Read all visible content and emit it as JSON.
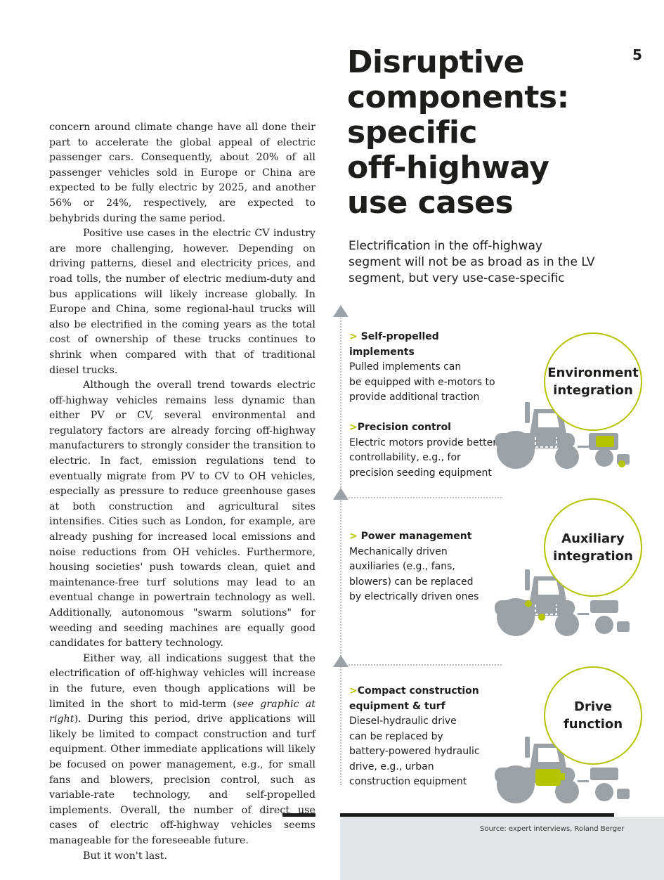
{
  "page": {
    "number": "5"
  },
  "article": {
    "paragraphs": [
      "concern around climate change have all done their part to accelerate the global appeal of electric passenger cars. Consequently, about 20% of all passenger vehicles sold in Europe or China are expected to be fully electric by 2025, and another 56% or 24%, respectively, are expected to behybrids during the same period.",
      "Positive use cases in the electric CV industry are more challenging, however. Depending on driving patterns, diesel and electricity prices, and road tolls, the number of electric medium-duty and bus applications will likely increase globally. In Europe and China, some regional-haul trucks will also be electrified in the coming years as the total cost of ownership of these trucks continues to shrink when compared with that of traditional diesel trucks.",
      "Although the overall trend towards electric off-highway vehicles remains less dynamic than either PV or CV, several environmental and regulatory factors are already forcing off-highway manufacturers to strongly consider the transition to electric. In fact, emission regulations tend to eventually migrate from PV to CV to OH vehicles, especially as pressure to reduce greenhouse gases at both construction and agricultural sites intensifies. Cities such as London, for example, are already pushing for increased local emissions and noise reductions from OH vehicles. Furthermore, housing societies' push towards clean, quiet and maintenance-free turf solutions may lead to an eventual change in powertrain technology as well. Additionally, autonomous \"swarm solutions\" for weeding and seeding machines are equally good candidates for battery technology."
    ],
    "p4_before": "Either way, all indications suggest that the electrification of off-highway vehicles will increase in the future, even though applications will be limited in the short to mid-term (",
    "p4_italic": "see graphic at right",
    "p4_after": "). During this period, drive applications will likely be limited to compact construction and turf equipment. Other immediate applications will likely be focused on power management, e.g., for small fans and blowers, precision control, such as variable-rate technology, and self-propelled implements. Overall, the number of direct use cases of electric off-highway vehicles seems manageable for the foreseeable future.",
    "closing": "But it won't last."
  },
  "graphic": {
    "title": "Disruptive\ncomponents:\nspecific\noff-highway\nuse cases",
    "subtitle": "Electrification in the off-highway\nsegment will not be as broad as in the LV\nsegment, but very use-case-specific",
    "bullet_marker": ">",
    "levels": [
      {
        "label": "Environment\nintegration",
        "items": [
          {
            "title": "Self-propelled implements",
            "desc": "Pulled implements can\nbe equipped with e-motors to\nprovide additional traction"
          },
          {
            "title": "Precision control",
            "desc": "Electric motors provide better\ncontrollability, e.g., for\nprecision seeding equipment"
          }
        ]
      },
      {
        "label": "Auxiliary\nintegration",
        "items": [
          {
            "title": "Power management",
            "desc": "Mechanically driven\nauxiliaries (e.g., fans,\nblowers) can be replaced\nby electrically driven ones"
          }
        ]
      },
      {
        "label": "Drive\nfunction",
        "items": [
          {
            "title": "Compact construction\nequipment & turf",
            "desc": "Diesel-hydraulic drive\ncan be replaced by\nbattery-powered hydraulic\ndrive, e.g., urban\nconstruction equipment"
          }
        ]
      }
    ],
    "source": "Source: expert interviews, Roland Berger",
    "colors": {
      "accent": "#b5c400",
      "tractor": "#9aa2a8",
      "footer_bg": "#e3e6e8"
    }
  }
}
